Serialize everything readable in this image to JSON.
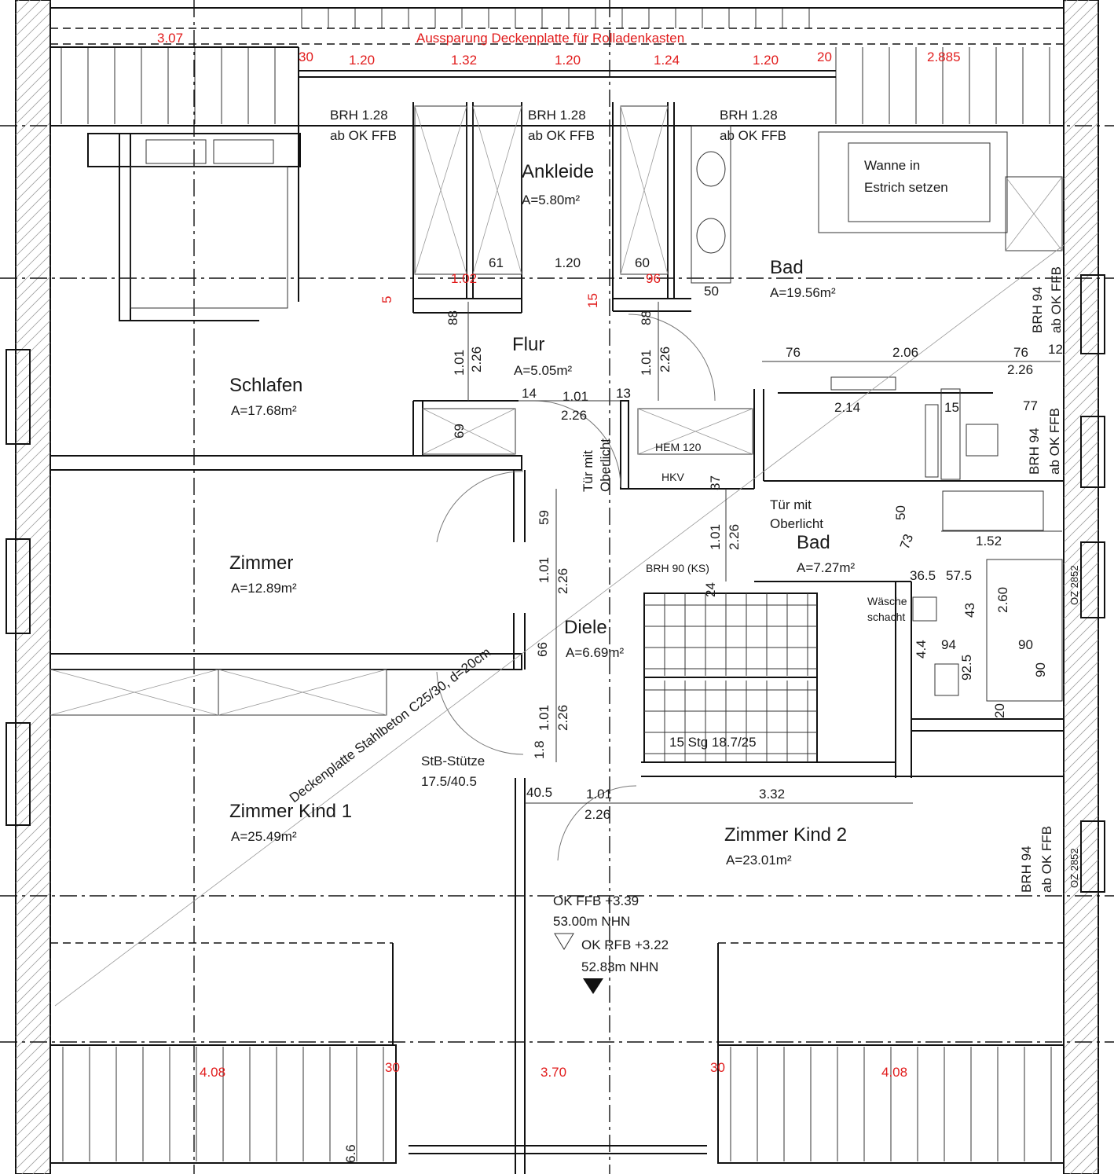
{
  "plan": {
    "accent_red": "#e11b1b",
    "line_color": "#111111",
    "rooms": [
      {
        "key": "schlafen",
        "name": "Schlafen",
        "area": "A=17.68m²"
      },
      {
        "key": "ankleide",
        "name": "Ankleide",
        "area": "A=5.80m²"
      },
      {
        "key": "bad1",
        "name": "Bad",
        "area": "A=19.56m²"
      },
      {
        "key": "flur",
        "name": "Flur",
        "area": "A=5.05m²"
      },
      {
        "key": "zimmer",
        "name": "Zimmer",
        "area": "A=12.89m²"
      },
      {
        "key": "bad2",
        "name": "Bad",
        "area": "A=7.27m²"
      },
      {
        "key": "diele",
        "name": "Diele",
        "area": "A=6.69m²"
      },
      {
        "key": "kind1",
        "name": "Zimmer Kind 1",
        "area": "A=25.49m²"
      },
      {
        "key": "kind2",
        "name": "Zimmer Kind 2",
        "area": "A=23.01m²"
      }
    ],
    "notes": {
      "aussparung": "Aussparung Deckenplatte für Rolladenkasten",
      "brh128": "BRH 1.28",
      "abokffb": "ab OK FFB",
      "wanne1": "Wanne in",
      "wanne2": "Estrich setzen",
      "brh94": "BRH 94",
      "hem": "HEM 120",
      "hkv": "HKV",
      "tuer_mit": "Tür mit",
      "oberlicht": "Oberlicht",
      "brh90": "BRH 90 (KS)",
      "wasche1": "Wäsche",
      "wasche2": "schacht",
      "treppe": "15 Stg 18.7/25",
      "stuetze1": "StB-Stütze",
      "stuetze2": "17.5/40.5",
      "decke": "Deckenplatte Stahlbeton C25/30, d=20cm",
      "okffb1": "OK FFB +3.39",
      "okffb2": "53.00m NHN",
      "okrfb1": "OK RFB +3.22",
      "okrfb2": "52.83m NHN",
      "oz": "OZ 2852"
    },
    "dims_red": [
      "3.07",
      "30",
      "1.20",
      "1.32",
      "1.20",
      "1.24",
      "1.20",
      "20",
      "2.885",
      "4.08",
      "30",
      "3.70",
      "30",
      "4.08",
      "1.02",
      "96",
      "5",
      "15"
    ],
    "dims": [
      "61",
      "1.20",
      "60",
      "50",
      "76",
      "2.06",
      "76",
      "2.26",
      "12",
      "1.01",
      "2.26",
      "88",
      "1.01",
      "2.26",
      "88",
      "14",
      "1.01",
      "13",
      "2.26",
      "69",
      "2.14",
      "15",
      "77",
      "37",
      "1.01",
      "2.26",
      "50",
      "73",
      "1.52",
      "59",
      "1.01",
      "2.26",
      "24",
      "36.5",
      "57.5",
      "43",
      "2.60",
      "94",
      "90",
      "4.4",
      "92.5",
      "90",
      "20",
      "66",
      "1.01",
      "2.26",
      "1.8",
      "40.5",
      "1.01",
      "2.26",
      "3.32",
      "6.6"
    ]
  }
}
